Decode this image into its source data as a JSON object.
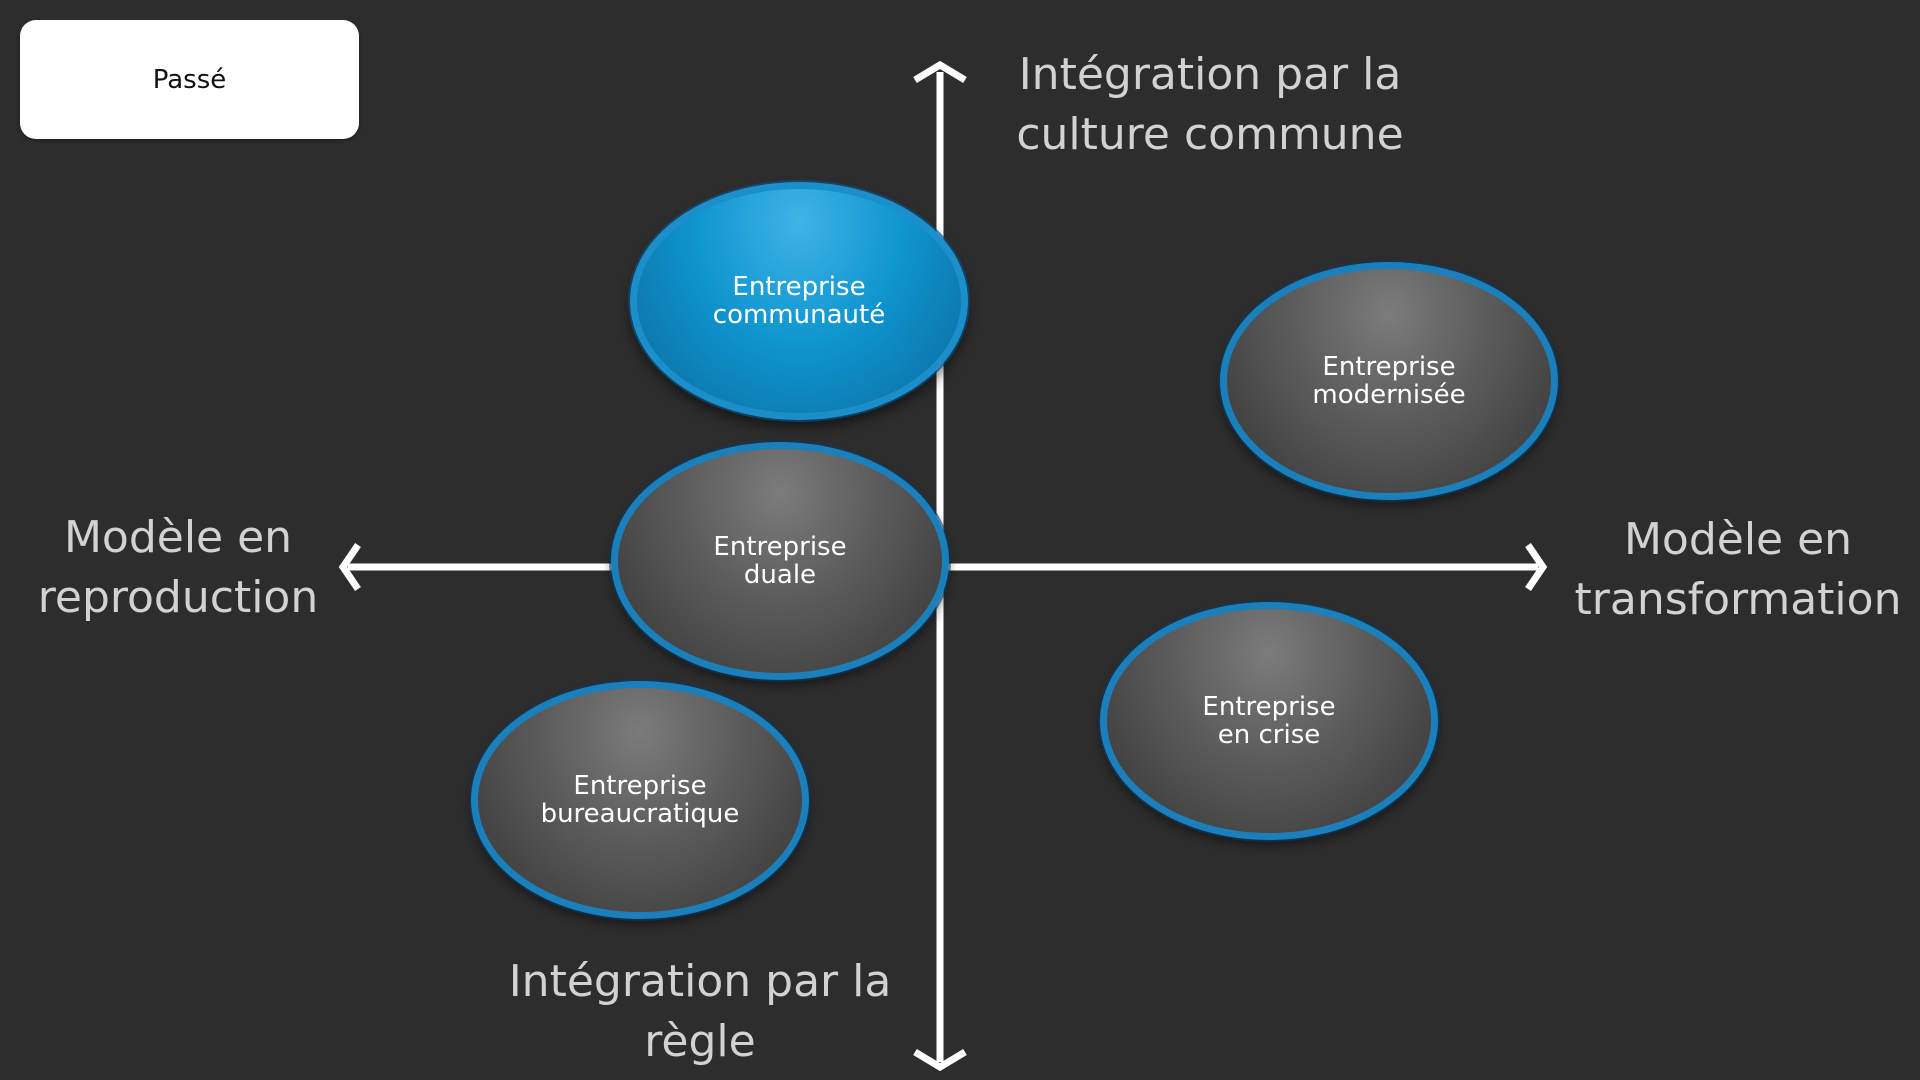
{
  "period": {
    "label": "Passé"
  },
  "axes": {
    "top": {
      "line1": "Intégration par la",
      "line2": "culture commune"
    },
    "bottom": {
      "line1": "Intégration par la",
      "line2": "règle"
    },
    "left": {
      "line1": "Modèle en",
      "line2": "reproduction"
    },
    "right": {
      "line1": "Modèle en",
      "line2": "transformation"
    }
  },
  "nodes": [
    {
      "line1": "Entreprise",
      "line2": "communauté",
      "highlighted": true
    },
    {
      "line1": "Entreprise",
      "line2": "modernisée",
      "highlighted": false
    },
    {
      "line1": "Entreprise",
      "line2": "duale",
      "highlighted": false
    },
    {
      "line1": "Entreprise",
      "line2": "en crise",
      "highlighted": false
    },
    {
      "line1": "Entreprise",
      "line2": "bureaucratique",
      "highlighted": false
    }
  ],
  "colors": {
    "background": "#2e2d2e",
    "highlight": "#0f95cf",
    "border": "#1b7fbb",
    "axis": "#ffffff",
    "axis_text": "#d2d2d2"
  }
}
